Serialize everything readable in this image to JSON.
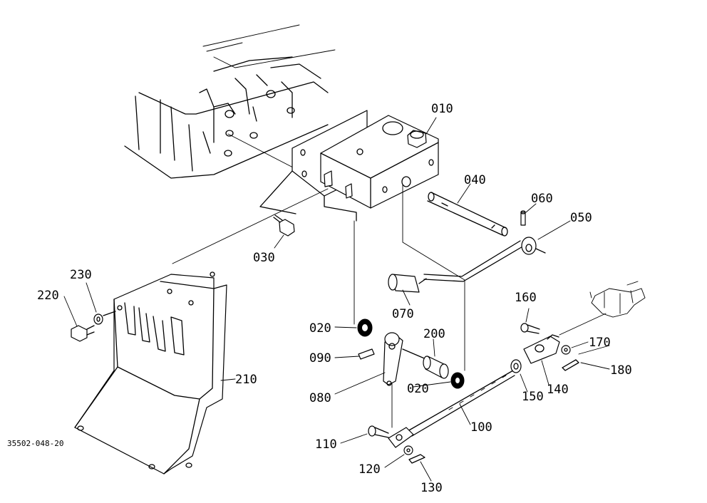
{
  "figure_ref": "35502-048-20",
  "callouts": [
    {
      "id": "p010",
      "text": "010"
    },
    {
      "id": "p020a",
      "text": "020"
    },
    {
      "id": "p020b",
      "text": "020"
    },
    {
      "id": "p030",
      "text": "030"
    },
    {
      "id": "p040",
      "text": "040"
    },
    {
      "id": "p050",
      "text": "050"
    },
    {
      "id": "p060",
      "text": "060"
    },
    {
      "id": "p070",
      "text": "070"
    },
    {
      "id": "p080",
      "text": "080"
    },
    {
      "id": "p090",
      "text": "090"
    },
    {
      "id": "p100",
      "text": "100"
    },
    {
      "id": "p110",
      "text": "110"
    },
    {
      "id": "p120",
      "text": "120"
    },
    {
      "id": "p130",
      "text": "130"
    },
    {
      "id": "p140",
      "text": "140"
    },
    {
      "id": "p150",
      "text": "150"
    },
    {
      "id": "p160",
      "text": "160"
    },
    {
      "id": "p170",
      "text": "170"
    },
    {
      "id": "p180",
      "text": "180"
    },
    {
      "id": "p200",
      "text": "200"
    },
    {
      "id": "p210",
      "text": "210"
    },
    {
      "id": "p220",
      "text": "220"
    },
    {
      "id": "p230",
      "text": "230"
    }
  ]
}
